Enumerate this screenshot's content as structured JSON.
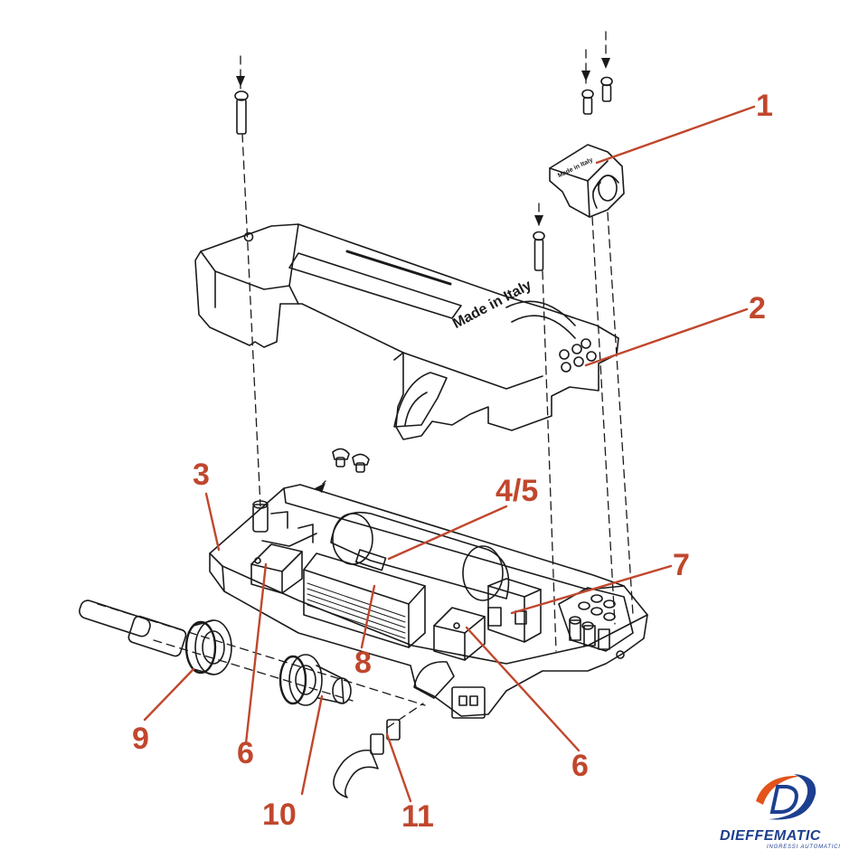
{
  "colors": {
    "callout": "#c0472d",
    "line_art": "#1a1a1a",
    "brand_blue": "#1d3f8f",
    "brand_orange": "#e2541b"
  },
  "callouts": {
    "c1": "1",
    "c2": "2",
    "c3": "3",
    "c45": "4/5",
    "c7": "7",
    "c8": "8",
    "c9": "9",
    "c6a": "6",
    "c6b": "6",
    "c10": "10",
    "c11": "11"
  },
  "parts": {
    "cover_text": "Made in Italy",
    "cap_text": "Made in Italy"
  },
  "brand": {
    "name": "DIEFFEMATIC",
    "tagline": "INGRESSI AUTOMATICI"
  }
}
